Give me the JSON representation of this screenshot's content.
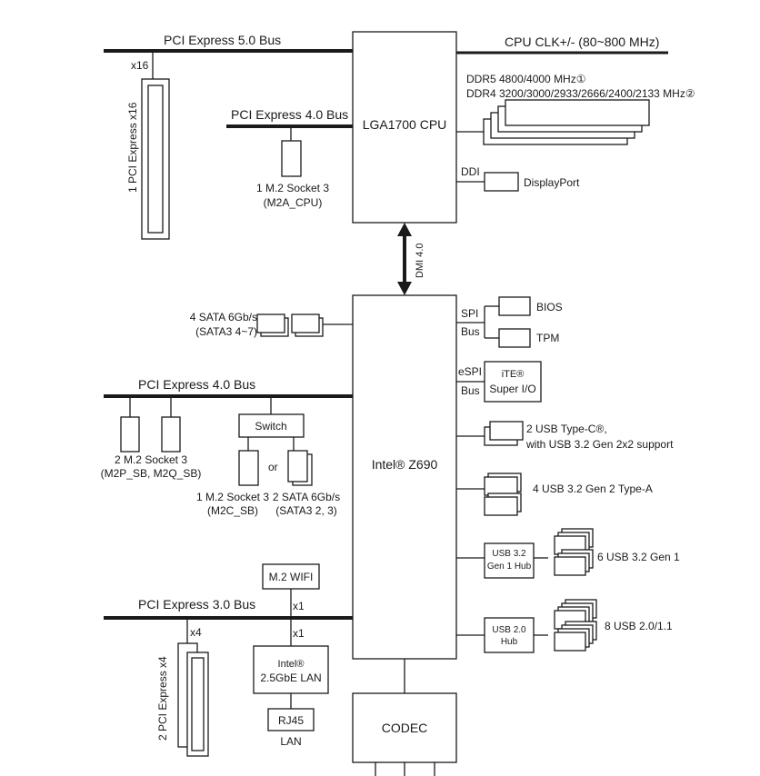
{
  "bus": {
    "pcie5": "PCI Express 5.0 Bus",
    "pcie4_cpu": "PCI Express 4.0 Bus",
    "pcie4_pch": "PCI Express 4.0 Bus",
    "pcie3": "PCI Express 3.0 Bus",
    "cpu_clk": "CPU CLK+/- (80~800 MHz)"
  },
  "cpu": {
    "label": "LGA1700 CPU"
  },
  "pch": {
    "label": "Intel® Z690"
  },
  "codec": {
    "label": "CODEC"
  },
  "link": {
    "dmi": "DMI 4.0",
    "ddi": "DDI",
    "spi": "SPI",
    "espi": "eSPI",
    "bus": "Bus",
    "bus2": "Bus"
  },
  "slot": {
    "x16": "x16",
    "pcie_x16": "1 PCI Express x16",
    "x4": "x4",
    "pcie_x4": "2 PCI Express x4"
  },
  "memory": {
    "ddr5": "DDR5 4800/4000 MHz①",
    "ddr4": "DDR4 3200/3000/2933/2666/2400/2133 MHz②"
  },
  "displayport": "DisplayPort",
  "m2a": {
    "line1": "1 M.2 Socket 3",
    "line2": "(M2A_CPU)"
  },
  "sata47": {
    "line1": "4 SATA 6Gb/s",
    "line2": "(SATA3 4~7)"
  },
  "m2pq": {
    "line1": "2 M.2 Socket 3",
    "line2": "(M2P_SB, M2Q_SB)"
  },
  "switch": "Switch",
  "or": "or",
  "m2c": {
    "line1": "1 M.2 Socket 3",
    "line2": "(M2C_SB)"
  },
  "sata23": {
    "line1": "2 SATA 6Gb/s",
    "line2": "(SATA3 2, 3)"
  },
  "wifi": {
    "label": "M.2 WIFI",
    "x1a": "x1",
    "x1b": "x1"
  },
  "lan": {
    "line1": "Intel®",
    "line2": "2.5GbE LAN",
    "rj45": "RJ45",
    "lan": "LAN"
  },
  "bios": "BIOS",
  "tpm": "TPM",
  "superio": {
    "line1": "iTE®",
    "line2": "Super I/O"
  },
  "usb": {
    "typec_1": "2 USB Type-C®,",
    "typec_2": "with USB 3.2 Gen 2x2 support",
    "gen2": "4 USB 3.2 Gen 2 Type-A",
    "hub1_line1": "USB 3.2",
    "hub1_line2": "Gen 1 Hub",
    "gen1": "6 USB 3.2 Gen 1",
    "hub2_line1": "USB 2.0",
    "hub2_line2": "Hub",
    "usb2": "8 USB 2.0/1.1"
  }
}
